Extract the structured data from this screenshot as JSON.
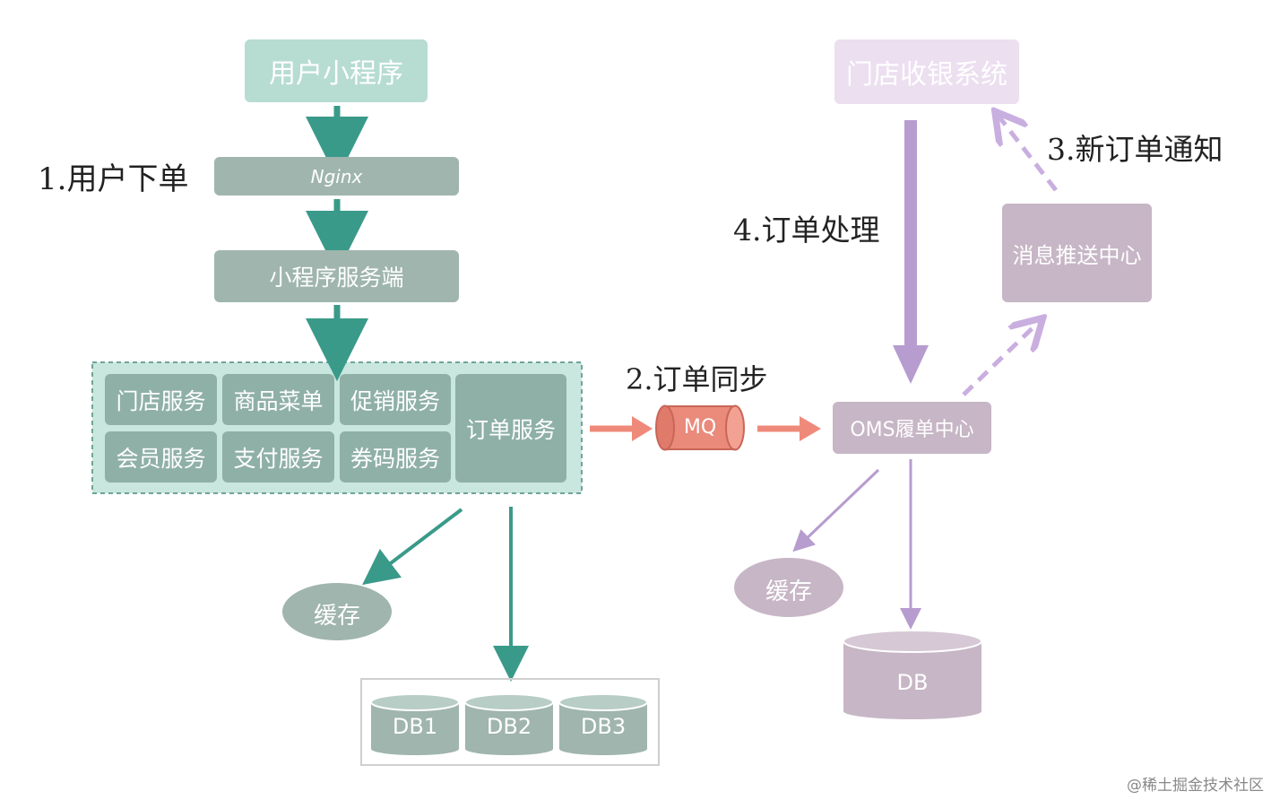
{
  "diagram": {
    "left": {
      "mini_program": "用户小程序",
      "nginx": "Nginx",
      "mini_server": "小程序服务端",
      "services": {
        "store": "门店服务",
        "menu": "商品菜单",
        "promo": "促销服务",
        "member": "会员服务",
        "payment": "支付服务",
        "coupon": "券码服务",
        "order": "订单服务"
      },
      "cache": "缓存",
      "db1": "DB1",
      "db2": "DB2",
      "db3": "DB3"
    },
    "center": {
      "mq": "MQ"
    },
    "right": {
      "pos_system": "门店收银系统",
      "push_center": "消息推送中心",
      "oms": "OMS履单中心",
      "cache": "缓存",
      "db": "DB"
    },
    "steps": {
      "step1": "1.用户下单",
      "step2": "2.订单同步",
      "step3": "3.新订单通知",
      "step4": "4.订单处理"
    },
    "colors": {
      "teal_arrow": "#3a9a8a",
      "salmon_arrow": "#ef8a7a",
      "purple_arrow": "#b79ccf"
    }
  },
  "watermark": "@稀土掘金技术社区"
}
